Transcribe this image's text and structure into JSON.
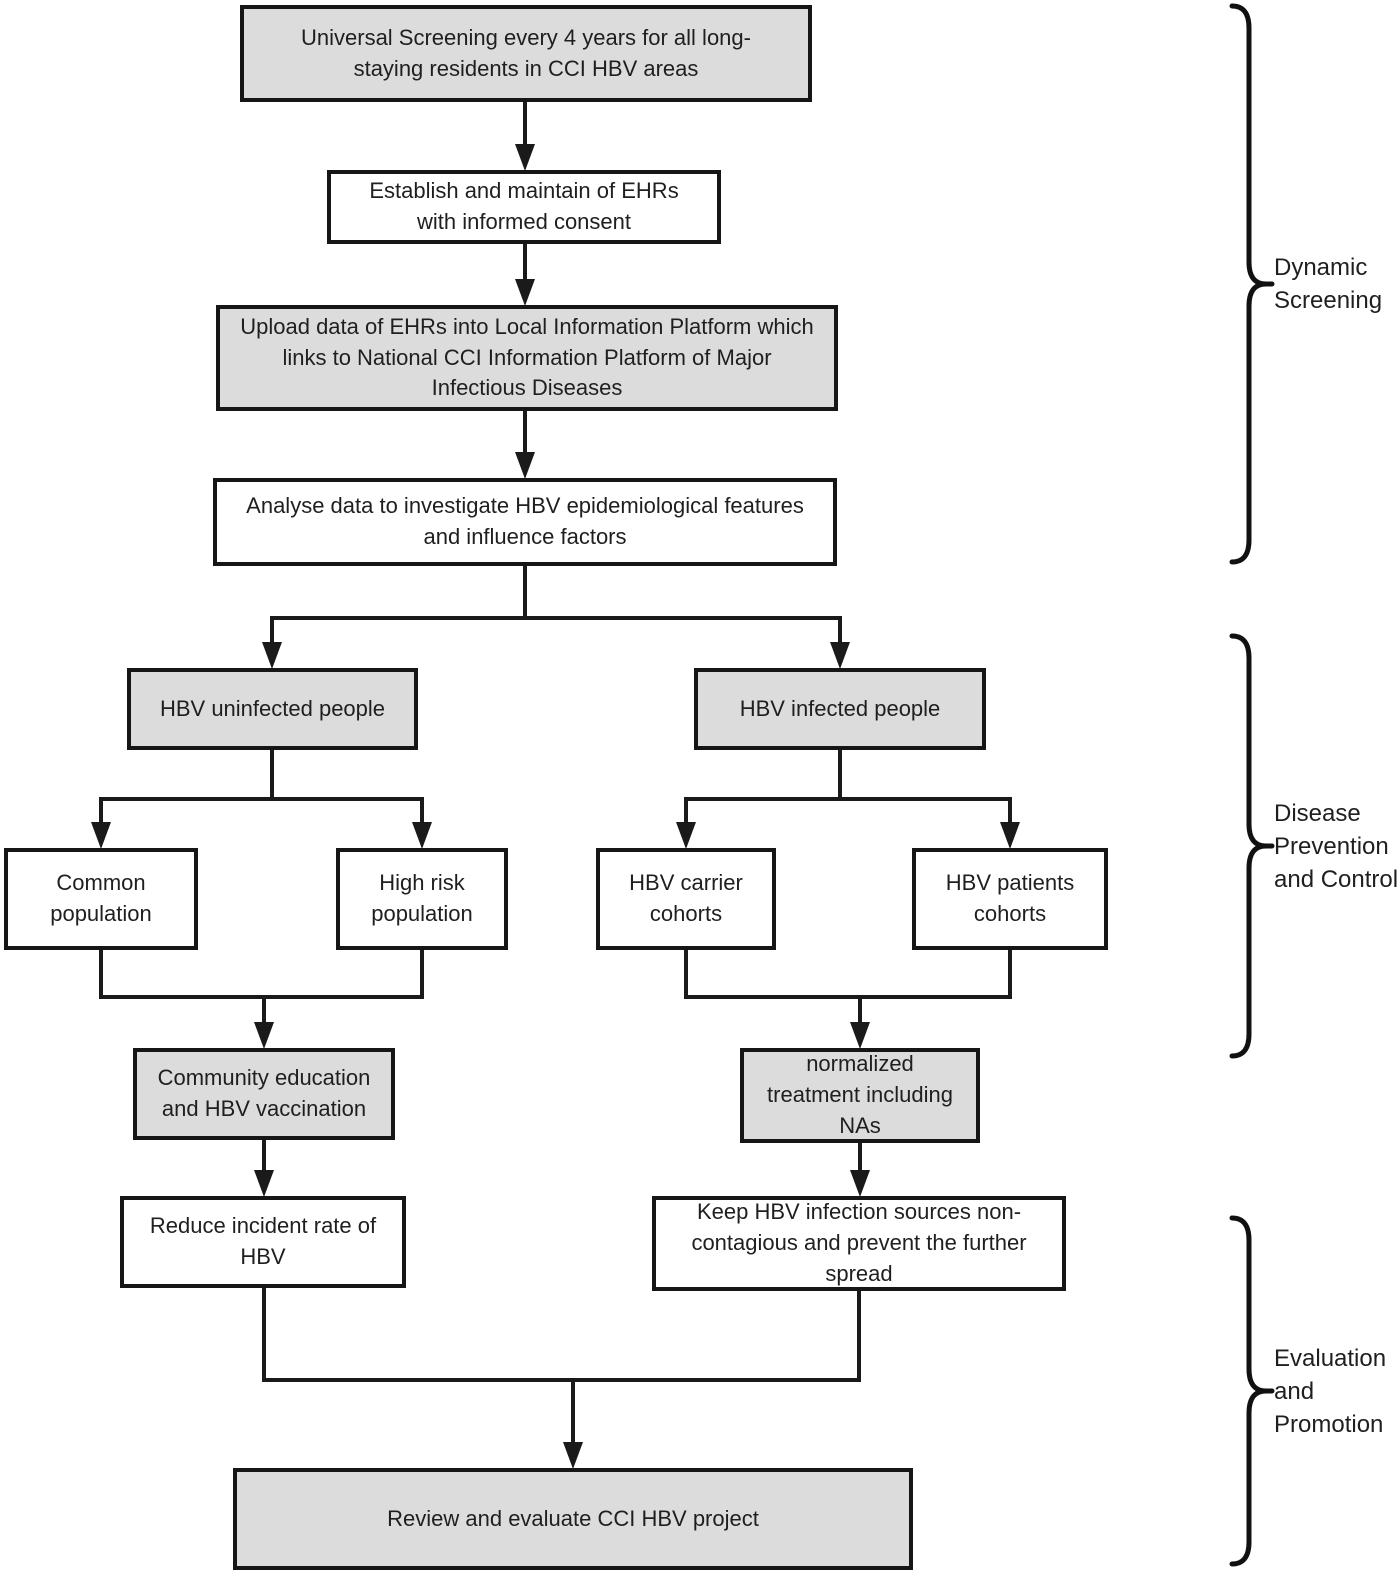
{
  "diagram": {
    "nodes": {
      "universal_screening": "Universal Screening every 4 years for all long-staying residents in CCI HBV areas",
      "establish_ehrs": "Establish and maintain of EHRs with informed consent",
      "upload_platform": "Upload data of EHRs into Local Information Platform which links to National CCI Information Platform of Major Infectious Diseases",
      "analyse_data": "Analyse data to investigate HBV epidemiological features and influence factors",
      "hbv_uninfected": "HBV uninfected people",
      "hbv_infected": "HBV infected people",
      "common_population": "Common population",
      "high_risk_population": "High risk population",
      "hbv_carrier_cohorts": "HBV carrier cohorts",
      "hbv_patients_cohorts": "HBV patients cohorts",
      "community_education": "Community education and HBV vaccination",
      "normalized_treatment": "normalized treatment including NAs",
      "reduce_incident_rate": "Reduce incident rate of HBV",
      "keep_sources_noncontagious": "Keep HBV infection sources non-contagious and prevent the further spread",
      "review_evaluate": "Review and evaluate CCI HBV project"
    },
    "section_labels": {
      "dynamic_screening": "Dynamic Screening",
      "disease_prevention": "Disease Prevention and Control",
      "evaluation_promotion": "Evaluation and Promotion"
    },
    "edges": [
      {
        "from": "universal_screening",
        "to": "establish_ehrs"
      },
      {
        "from": "establish_ehrs",
        "to": "upload_platform"
      },
      {
        "from": "upload_platform",
        "to": "analyse_data"
      },
      {
        "from": "analyse_data",
        "to": "hbv_uninfected"
      },
      {
        "from": "analyse_data",
        "to": "hbv_infected"
      },
      {
        "from": "hbv_uninfected",
        "to": "common_population"
      },
      {
        "from": "hbv_uninfected",
        "to": "high_risk_population"
      },
      {
        "from": "hbv_infected",
        "to": "hbv_carrier_cohorts"
      },
      {
        "from": "hbv_infected",
        "to": "hbv_patients_cohorts"
      },
      {
        "from": "common_population",
        "to": "community_education"
      },
      {
        "from": "high_risk_population",
        "to": "community_education"
      },
      {
        "from": "hbv_carrier_cohorts",
        "to": "normalized_treatment"
      },
      {
        "from": "hbv_patients_cohorts",
        "to": "normalized_treatment"
      },
      {
        "from": "community_education",
        "to": "reduce_incident_rate"
      },
      {
        "from": "normalized_treatment",
        "to": "keep_sources_noncontagious"
      },
      {
        "from": "reduce_incident_rate",
        "to": "review_evaluate"
      },
      {
        "from": "keep_sources_noncontagious",
        "to": "review_evaluate"
      }
    ],
    "colors": {
      "shaded_node_fill": "#dcdcdc",
      "plain_node_fill": "#ffffff",
      "line": "#1a1a1a"
    }
  }
}
